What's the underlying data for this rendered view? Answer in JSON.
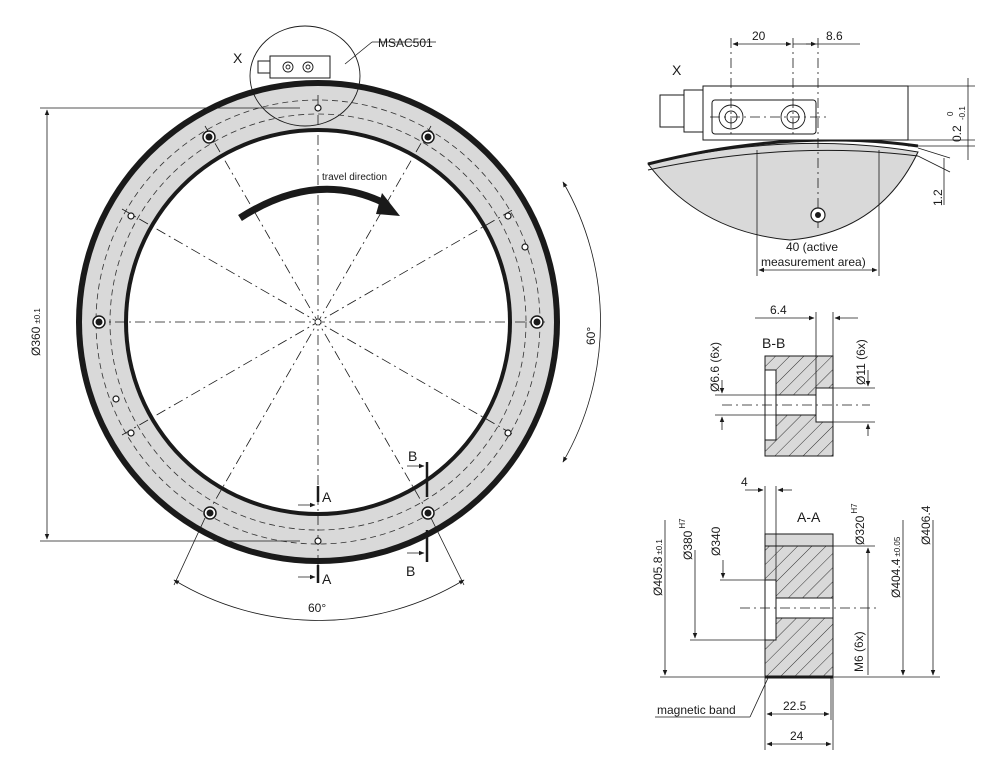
{
  "main": {
    "detail_x_marker": "X",
    "sensor_label": "MSAC501",
    "travel_direction": "travel direction",
    "dia_360": "Ø360",
    "tol_360": "±0.1",
    "angle_right": "60°",
    "angle_bottom": "60°",
    "section_a_top": "A",
    "section_a_bottom": "A",
    "section_b_top": "B",
    "section_b_bottom": "B"
  },
  "detail_x": {
    "marker": "X",
    "dim_20": "20",
    "dim_8_6": "8.6",
    "tol_0": "0",
    "tol_minus_0_1": "-0.1",
    "dim_0_2": "0.2",
    "dim_1_2": "1.2",
    "active_area_line1": "40 (active",
    "active_area_line2": "measurement area)"
  },
  "section_bb": {
    "title": "B-B",
    "dim_6_4": "6.4",
    "dia_6_6": "Ø6.6 (6x)",
    "dia_11": "Ø11 (6x)"
  },
  "section_aa": {
    "title": "A-A",
    "dim_4": "4",
    "dia_405_8": "Ø405.8",
    "tol_405_8": "±0.1",
    "dia_380": "Ø380",
    "fit_380": "H7",
    "dia_340": "Ø340",
    "dia_320": "Ø320",
    "fit_320": "H7",
    "dia_404_4": "Ø404.4",
    "tol_404_4": "±0.05",
    "dia_406_4": "Ø406.4",
    "thread_m6": "M6 (6x)",
    "dim_22_5": "22.5",
    "dim_24": "24",
    "magnetic_band": "magnetic band"
  },
  "colors": {
    "ring_fill": "#d9d9d9",
    "line": "#1a1a1a",
    "background": "#ffffff"
  }
}
